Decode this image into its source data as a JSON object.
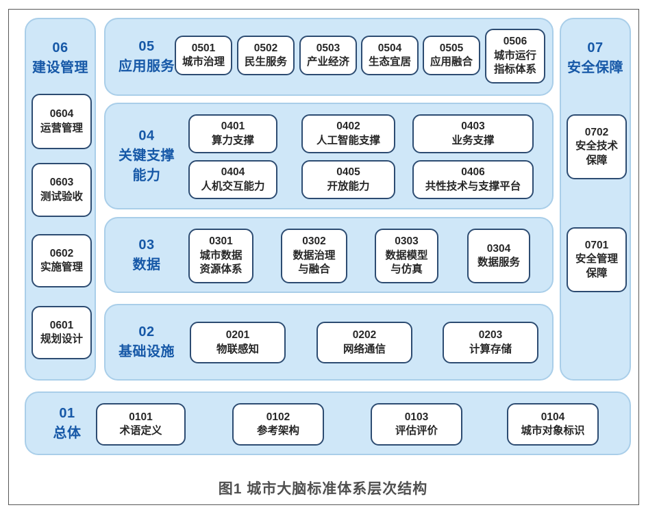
{
  "figure": {
    "caption": "图1 城市大脑标准体系层次结构"
  },
  "palette": {
    "panel_fill": "#cfe7f8",
    "panel_border": "#a9cee9",
    "box_border": "#2c4b71",
    "title_color": "#1658a7",
    "box_text": "#262626",
    "caption_color": "#4f4f4f",
    "frame_border": "#565656"
  },
  "sections": {
    "construction": {
      "code": "06",
      "title": "建设管理",
      "items": [
        {
          "code": "0604",
          "label": "运营管理"
        },
        {
          "code": "0603",
          "label": "测试验收"
        },
        {
          "code": "0602",
          "label": "实施管理"
        },
        {
          "code": "0601",
          "label": "规划设计"
        }
      ]
    },
    "application": {
      "code": "05",
      "title": "应用服务",
      "items": [
        {
          "code": "0501",
          "label": "城市治理"
        },
        {
          "code": "0502",
          "label": "民生服务"
        },
        {
          "code": "0503",
          "label": "产业经济"
        },
        {
          "code": "0504",
          "label": "生态宜居"
        },
        {
          "code": "0505",
          "label": "应用融合"
        },
        {
          "code": "0506",
          "label": "城市运行\n指标体系"
        }
      ]
    },
    "support": {
      "code": "04",
      "title": "关键支撑\n能力",
      "items": [
        {
          "code": "0401",
          "label": "算力支撑"
        },
        {
          "code": "0402",
          "label": "人工智能支撑"
        },
        {
          "code": "0403",
          "label": "业务支撑"
        },
        {
          "code": "0404",
          "label": "人机交互能力"
        },
        {
          "code": "0405",
          "label": "开放能力"
        },
        {
          "code": "0406",
          "label": "共性技术与支撑平台"
        }
      ]
    },
    "data": {
      "code": "03",
      "title": "数据",
      "items": [
        {
          "code": "0301",
          "label": "城市数据\n资源体系"
        },
        {
          "code": "0302",
          "label": "数据治理\n与融合"
        },
        {
          "code": "0303",
          "label": "数据模型\n与仿真"
        },
        {
          "code": "0304",
          "label": "数据服务"
        }
      ]
    },
    "infrastructure": {
      "code": "02",
      "title": "基础设施",
      "items": [
        {
          "code": "0201",
          "label": "物联感知"
        },
        {
          "code": "0202",
          "label": "网络通信"
        },
        {
          "code": "0203",
          "label": "计算存储"
        }
      ]
    },
    "security": {
      "code": "07",
      "title": "安全保障",
      "items": [
        {
          "code": "0702",
          "label": "安全技术\n保障"
        },
        {
          "code": "0701",
          "label": "安全管理\n保障"
        }
      ]
    },
    "overall": {
      "code": "01",
      "title": "总体",
      "items": [
        {
          "code": "0101",
          "label": "术语定义"
        },
        {
          "code": "0102",
          "label": "参考架构"
        },
        {
          "code": "0103",
          "label": "评估评价"
        },
        {
          "code": "0104",
          "label": "城市对象标识"
        }
      ]
    }
  }
}
